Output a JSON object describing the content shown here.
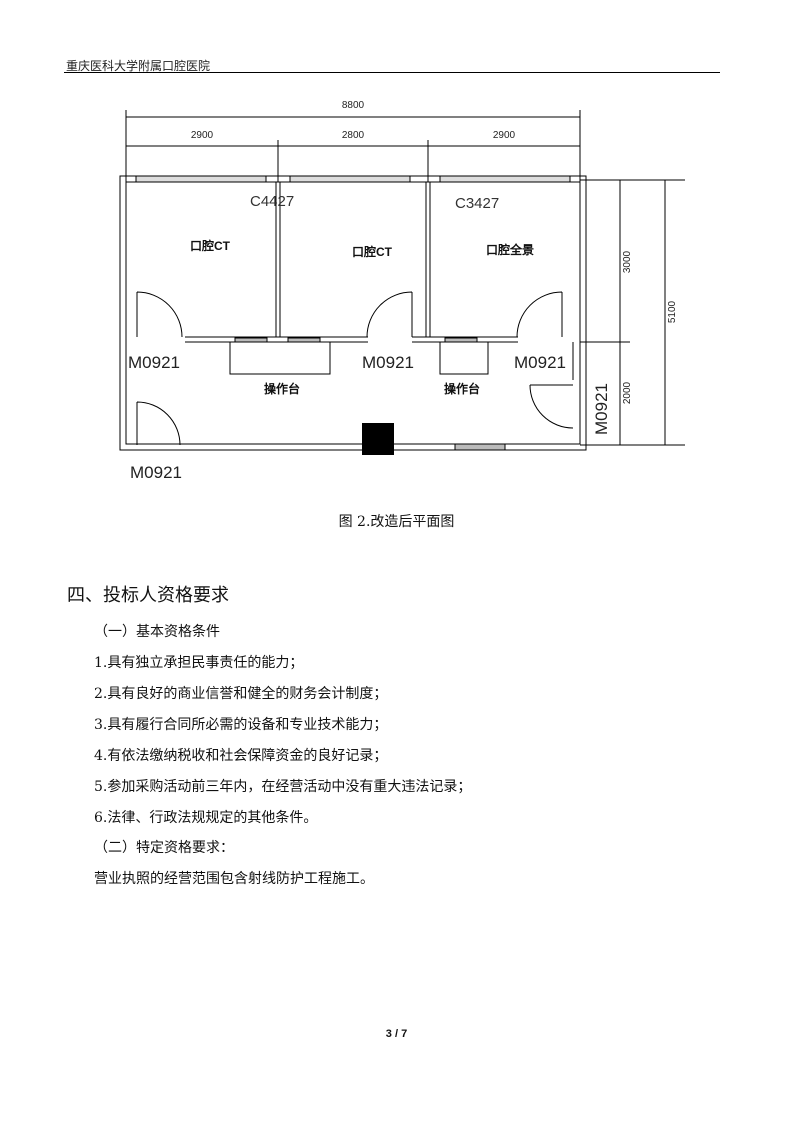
{
  "header": {
    "title": "重庆医科大学附属口腔医院"
  },
  "floor_plan": {
    "dims": {
      "total_width": "8800",
      "w1": "2900",
      "w2": "2800",
      "w3": "2900",
      "h1": "3000",
      "h2": "2000",
      "h_total": "5100"
    },
    "windows": {
      "w1": "C4427",
      "w2": "C3427"
    },
    "rooms": {
      "r1": "口腔CT",
      "r2": "口腔CT",
      "r3": "口腔全景"
    },
    "consoles": {
      "c1": "操作台",
      "c2": "操作台"
    },
    "doors": {
      "d1": "M0921",
      "d2": "M0921",
      "d3": "M0921",
      "d4": "M0921",
      "d5": "M0921"
    }
  },
  "caption": "图 2.改造后平面图",
  "section": {
    "heading": "四、投标人资格要求",
    "lines": [
      "（一）基本资格条件",
      "1.具有独立承担民事责任的能力；",
      "2.具有良好的商业信誉和健全的财务会计制度；",
      "3.具有履行合同所必需的设备和专业技术能力；",
      "4.有依法缴纳税收和社会保障资金的良好记录；",
      "5.参加采购活动前三年内，在经营活动中没有重大违法记录；",
      "6.法律、行政法规规定的其他条件。",
      "（二）特定资格要求：",
      "营业执照的经营范围包含射线防护工程施工。"
    ]
  },
  "footer": {
    "page": "3 / 7"
  }
}
